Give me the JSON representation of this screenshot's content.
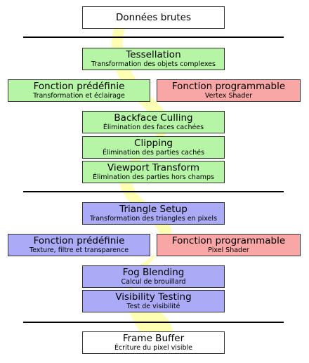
{
  "colors": {
    "raw": "#ffffff",
    "geometry": "#b6f5a6",
    "fixed_geometry": "#b6f5a6",
    "fixed_raster": "#aaaaf6",
    "programmable": "#f9a6a6",
    "raster": "#aaaaf6",
    "output": "#ffffff",
    "flow": "#ffffb0"
  },
  "nodes": {
    "raw_data": {
      "title": "Données brutes"
    },
    "tessellation": {
      "title": "Tessellation",
      "sub": "Transformation des objets complexes"
    },
    "fixed_function_geo": {
      "title": "Fonction prédéfinie",
      "sub": "Transformation et éclairage"
    },
    "programmable_geo": {
      "title": "Fonction programmable",
      "sub": "Vertex Shader"
    },
    "backface_culling": {
      "title": "Backface Culling",
      "sub": "Élimination des faces cachées"
    },
    "clipping": {
      "title": "Clipping",
      "sub": "Élimination des parties cachés"
    },
    "viewport_transform": {
      "title": "Viewport Transform",
      "sub": "Élimination des parties hors champs"
    },
    "triangle_setup": {
      "title": "Triangle Setup",
      "sub": "Transformation des triangles en pixels"
    },
    "fixed_function_raster": {
      "title": "Fonction prédéfinie",
      "sub": "Texture, filtre et transparence"
    },
    "programmable_raster": {
      "title": "Fonction programmable",
      "sub": "Pixel Shader"
    },
    "fog_blending": {
      "title": "Fog Blending",
      "sub": "Calcul de brouillard"
    },
    "visibility_testing": {
      "title": "Visibility Testing",
      "sub": "Test de visibilité"
    },
    "frame_buffer": {
      "title": "Frame Buffer",
      "sub": "Écriture du pixel visible"
    }
  }
}
